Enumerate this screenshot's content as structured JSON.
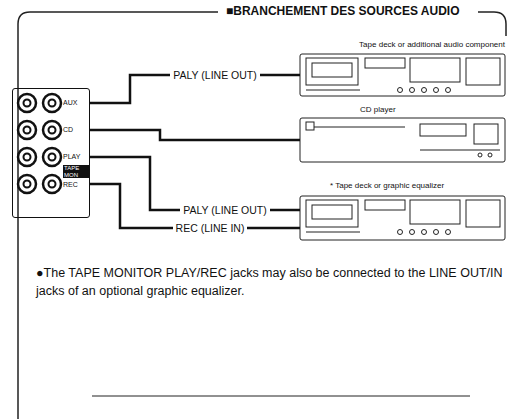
{
  "diagram": {
    "title": "■BRANCHEMENT DES SOURCES AUDIO",
    "nodes": [
      {
        "text": [
          "AUX",
          "CD",
          "PLAY",
          "TAPE MON",
          "REC"
        ]
      },
      {
        "text": [
          "Tape deck or additional audio component"
        ]
      },
      {
        "text": [
          "CD player"
        ]
      },
      {
        "text": [
          "* Tape deck or graphic equalizer"
        ]
      }
    ],
    "edges": [
      {
        "from": 0,
        "to": 1,
        "label": "PALY (LINE OUT)",
        "arrow": "none"
      },
      {
        "from": 0,
        "to": 2,
        "arrow": "none"
      },
      {
        "from": 0,
        "to": 3,
        "label": "PALY (LINE OUT)",
        "arrow": "none"
      },
      {
        "from": 0,
        "to": 3,
        "label": "REC (LINE IN)",
        "arrow": "none"
      }
    ],
    "labels": [
      "●The TAPE MONITOR PLAY/REC jacks may also be connected to the LINE OUT/IN jacks of an optional graphic equalizer."
    ]
  }
}
